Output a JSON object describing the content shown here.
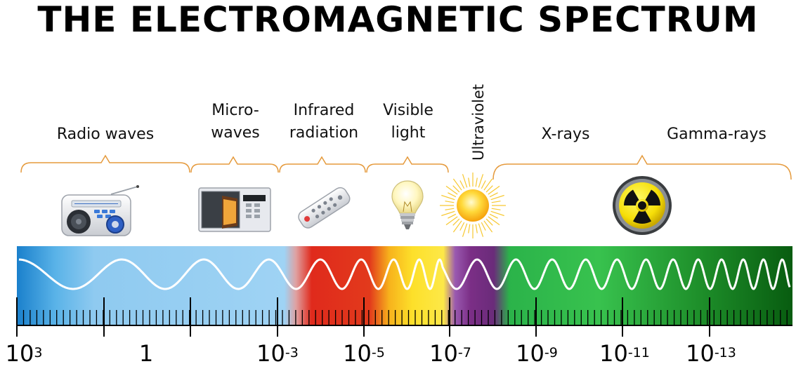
{
  "title": "THE ELECTROMAGNETIC SPECTRUM",
  "bands": [
    {
      "id": "radio",
      "lines": [
        "Radio waves"
      ]
    },
    {
      "id": "micro",
      "lines": [
        "Micro-",
        "waves"
      ]
    },
    {
      "id": "infrared",
      "lines": [
        "Infrared",
        "radiation"
      ]
    },
    {
      "id": "visible",
      "lines": [
        "Visible",
        "light"
      ]
    },
    {
      "id": "uv",
      "lines": [
        "Ultraviolet"
      ]
    },
    {
      "id": "xrays",
      "lines": [
        "X-rays"
      ]
    },
    {
      "id": "gamma",
      "lines": [
        "Gamma-rays"
      ]
    }
  ],
  "icons": [
    {
      "band": "radio",
      "icon": "radio-icon"
    },
    {
      "band": "micro",
      "icon": "microwave-oven-icon"
    },
    {
      "band": "infrared",
      "icon": "remote-control-icon"
    },
    {
      "band": "visible",
      "icon": "light-bulb-icon"
    },
    {
      "band": "uv",
      "icon": "sun-icon"
    },
    {
      "band": "gamma",
      "icon": "radiation-symbol-icon"
    }
  ],
  "axis_labels": [
    {
      "base": "10",
      "exp": "3"
    },
    {
      "base": "1",
      "exp": ""
    },
    {
      "base": "10",
      "exp": "-3"
    },
    {
      "base": "10",
      "exp": "-5"
    },
    {
      "base": "10",
      "exp": "-7"
    },
    {
      "base": "10",
      "exp": "-9"
    },
    {
      "base": "10",
      "exp": "-11"
    },
    {
      "base": "10",
      "exp": "-13"
    }
  ],
  "colors": {
    "bracket": "#e59a3c",
    "radio": "#8fcaf0",
    "radio_dark": "#1e88d0",
    "infrared": "#e02a1c",
    "visible": "#fde02a",
    "uv": "#7b2e86",
    "xray": "#2bb34a",
    "gamma": "#0c6a12",
    "wave": "#ffffff"
  }
}
